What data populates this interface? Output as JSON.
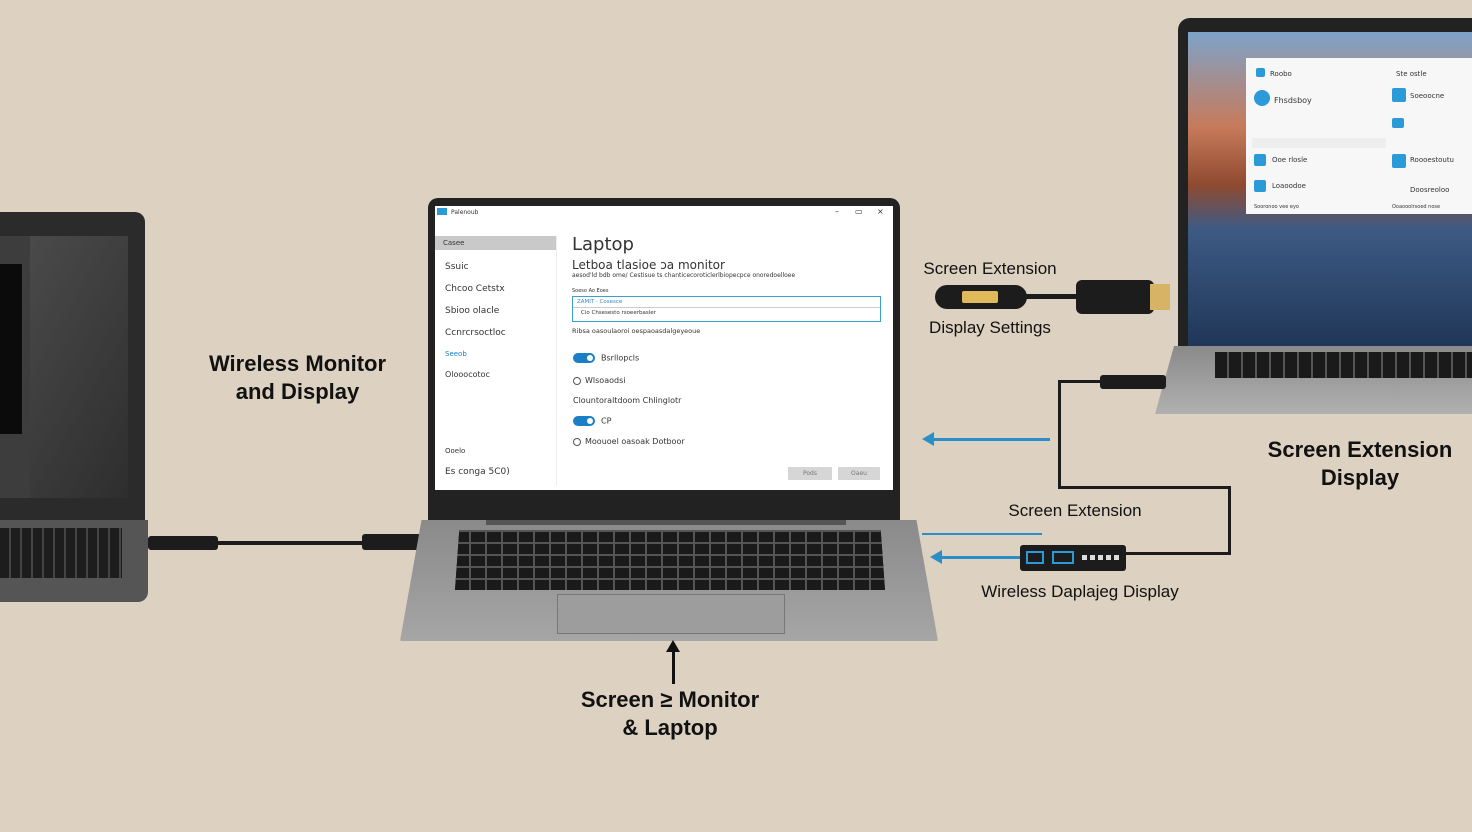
{
  "labels": {
    "wireless_monitor": "Wireless Monitor and Display",
    "screen_extension_top": "Screen Extension",
    "display_settings": "Display Settings",
    "screen_extension_display": "Screen Extension Display",
    "screen_extension_mid": "Screen Extension",
    "wireless_display": "Wireless Daplajeg Display",
    "bottom": "Screen ≥ Monitor & Laptop"
  },
  "window": {
    "title": "Palenoub",
    "heading": "Laptop",
    "subheading": "Letboa tlasioe ɔa monitor",
    "description": "aesod'ld bdb ome/ Cestisue ts chanticecoroticlerlbiopecpce onoredoelloee",
    "field_label": "Soeso Ao Eoes",
    "select_value": "ZAMIT · Cosesce",
    "select_second": "Cio Chsesesto rsoeerbasler",
    "hint": "Ribsa oasoulaoroi oespaoasdalgeyeoue",
    "options": [
      {
        "type": "toggle",
        "label": "Bsrllopcls",
        "on": true
      },
      {
        "type": "radio",
        "label": "Wlsoaodsi"
      },
      {
        "type": "text",
        "label": "Clountoraltdoom Chlinglotr"
      },
      {
        "type": "toggle",
        "label": "CP",
        "on": true
      },
      {
        "type": "radio",
        "label": "Moouoel oasoak Dotboor"
      }
    ],
    "buttons": [
      "Pods",
      "Oaeu"
    ],
    "sidebar": [
      "Casee",
      "Ssuic",
      "Chcoo Cetstx",
      "Sbioo olacle",
      "Ccnrcrsoctloc",
      "Seeob",
      "Olooocotoc",
      "Ooelo",
      "Es conga 5C0)"
    ],
    "controls": [
      "–",
      "▭",
      "×"
    ]
  },
  "right_window": {
    "items": [
      "Roobo",
      "Fhsdsboy",
      "Soeoocne",
      "Ooe rlosle",
      "Roooestoutu",
      "Loaoodoe",
      "Doosreoloo",
      "Ste ostle"
    ],
    "footer_left": "Sooronoo vee eyo",
    "footer_right": "Ooaooolrsoed nose"
  },
  "colors": {
    "accent": "#1a7fc4",
    "background": "#ddd2c1",
    "arrow": "#2a8fc8"
  }
}
